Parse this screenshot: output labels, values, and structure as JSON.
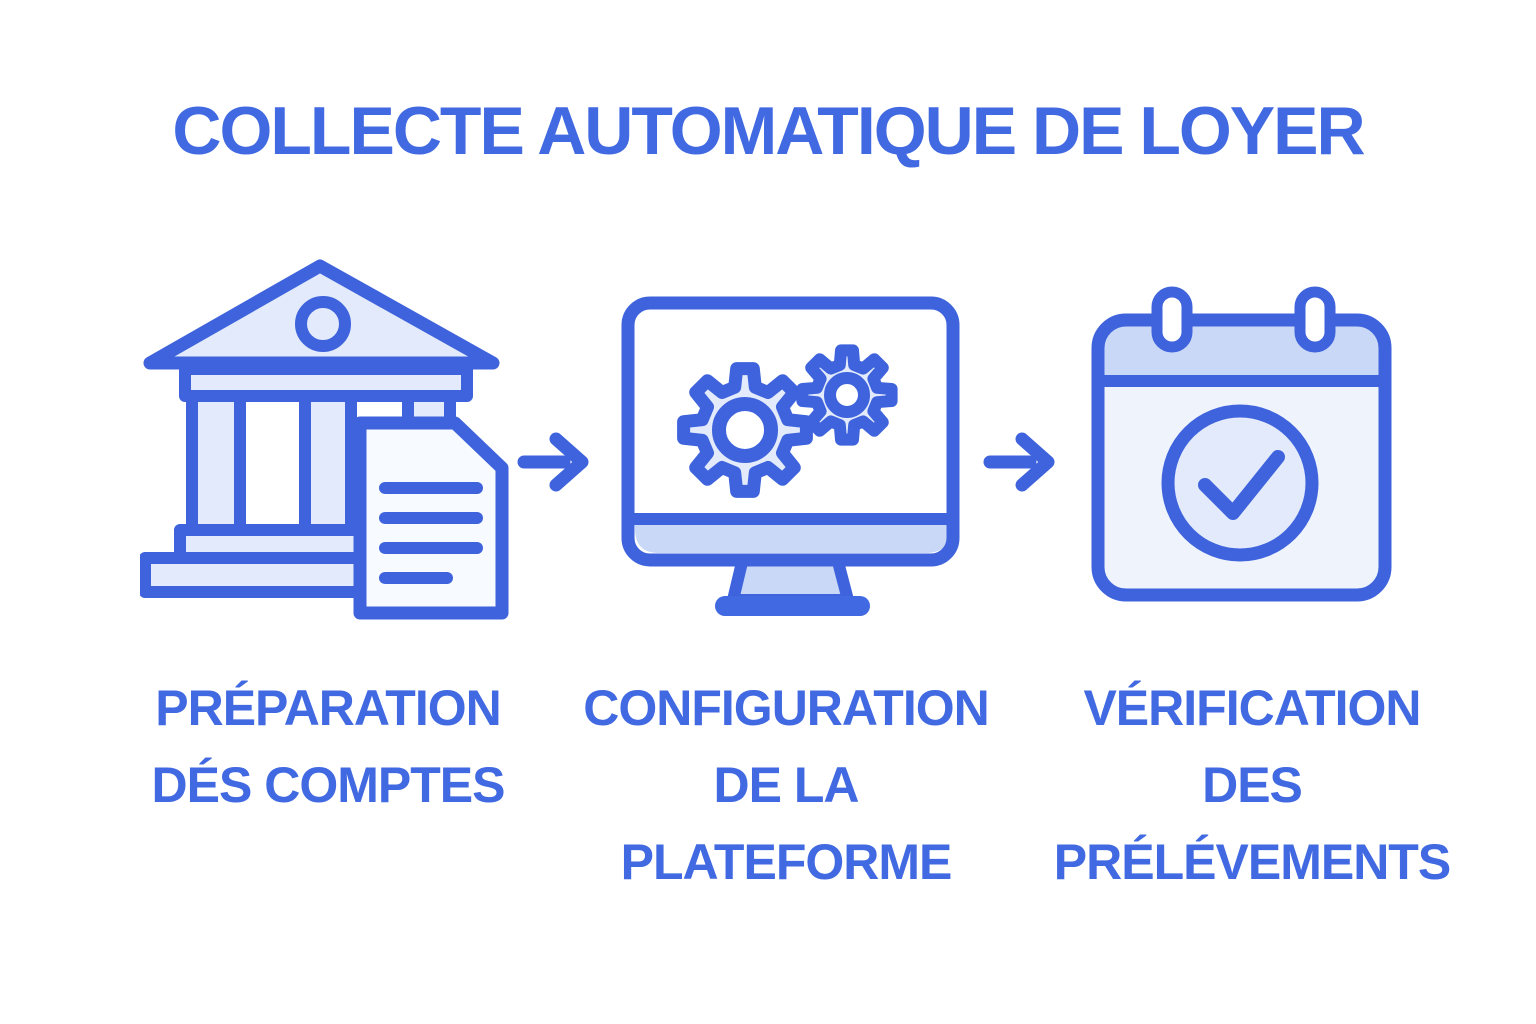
{
  "title": "COLLECTE AUTOMATIQUE DE LOYER",
  "colors": {
    "accent": "#4169E1",
    "icon-stroke": "#3E63DC",
    "fill-light": "#E2EAFB",
    "fill-medium": "#C9D8F7",
    "fill-pale": "#EEF3FC",
    "background": "#FFFFFF"
  },
  "steps": [
    {
      "icon": "bank-document-icon",
      "label_lines": [
        "PRÉPARATION",
        "DÉS COMPTES"
      ]
    },
    {
      "icon": "monitor-gears-icon",
      "label_lines": [
        "CONFIGURATION",
        "DE LA",
        "PLATEFORME"
      ]
    },
    {
      "icon": "calendar-check-icon",
      "label_lines": [
        "VÉRIFICATION",
        "DES",
        "PRÉLÉVEMENTS"
      ]
    }
  ],
  "connectors": [
    {
      "icon": "arrow-right-icon"
    },
    {
      "icon": "arrow-right-icon"
    }
  ]
}
